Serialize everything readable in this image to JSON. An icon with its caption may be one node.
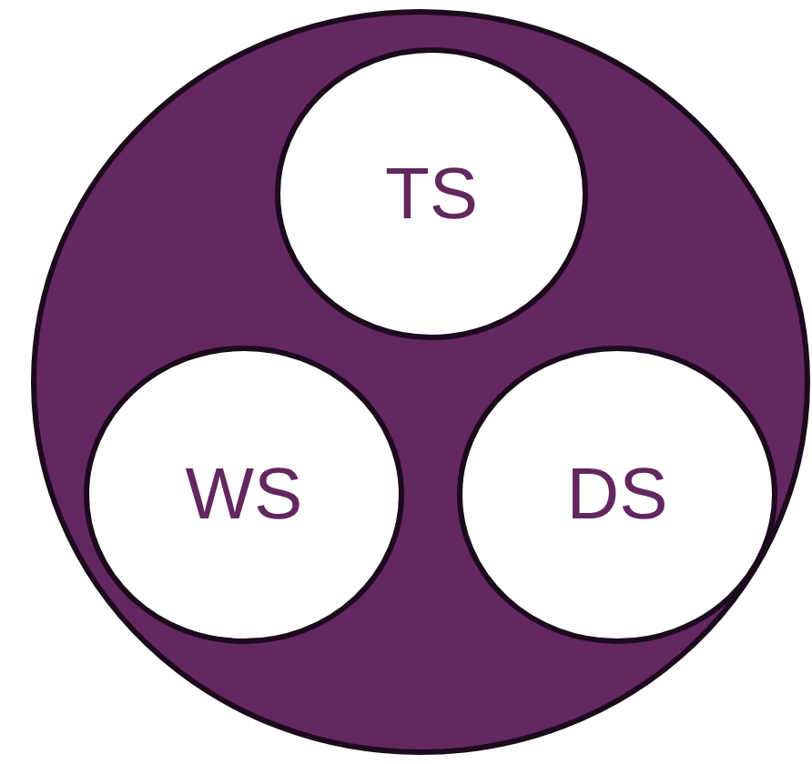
{
  "diagram": {
    "nodes": [
      {
        "text": [],
        "shape": "circle"
      },
      {
        "text": [
          "TS"
        ],
        "in": 0
      },
      {
        "text": [
          "WS"
        ],
        "in": 0
      },
      {
        "text": [
          "DS"
        ],
        "in": 0
      }
    ]
  }
}
